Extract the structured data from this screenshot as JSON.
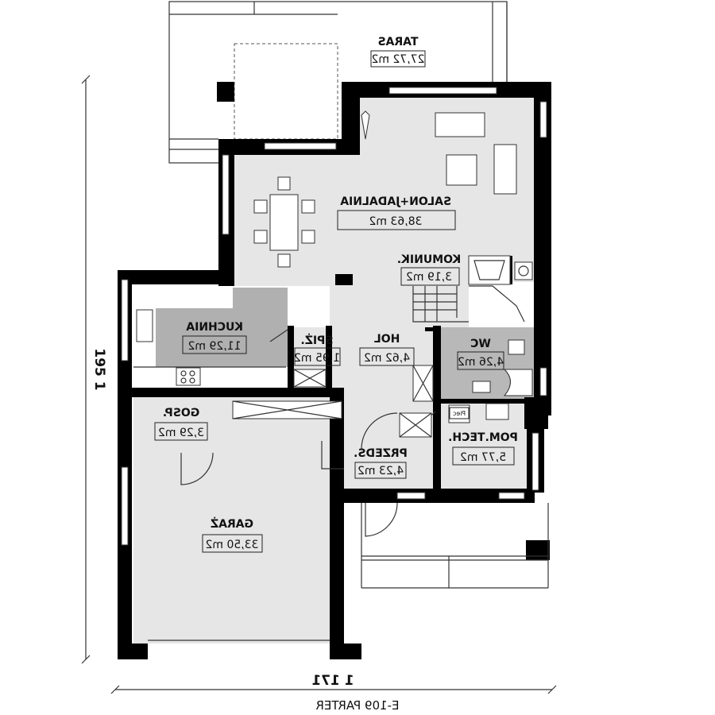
{
  "plan": {
    "caption": "E-109 PARTER",
    "dim_width": "1 171",
    "dim_height": "195 1",
    "colors": {
      "floor": "#e6e6e6",
      "kitchen": "#b0b0b0",
      "wc": "#b8b8b8",
      "wall": "#000000",
      "terrace": "#ffffff"
    },
    "rooms": [
      {
        "id": "taras",
        "name": "TARAS",
        "area": "27,72 m2"
      },
      {
        "id": "salon",
        "name": "SALON+JADALNIA",
        "area": "38,63 m2"
      },
      {
        "id": "komunik",
        "name": "KOMUNIK.",
        "area": "3,19 m2"
      },
      {
        "id": "kuchnia",
        "name": "KUCHNIA",
        "area": "11,29 m2"
      },
      {
        "id": "spiz",
        "name": "SPIŻ.",
        "area": "1,95 m2"
      },
      {
        "id": "hol",
        "name": "HOL",
        "area": "4,62 m2"
      },
      {
        "id": "wc",
        "name": "WC",
        "area": "4,26 m2"
      },
      {
        "id": "gosp",
        "name": "GOSP.",
        "area": "3,29 m2"
      },
      {
        "id": "pomtech",
        "name": "POM.TECH.",
        "area": "5,77 m2"
      },
      {
        "id": "przedsionek",
        "name": "PRZEDS.",
        "area": "4,23 m2"
      },
      {
        "id": "garaz",
        "name": "GARAŻ",
        "area": "33,50 m2"
      }
    ],
    "fixture_label": "Piec"
  }
}
